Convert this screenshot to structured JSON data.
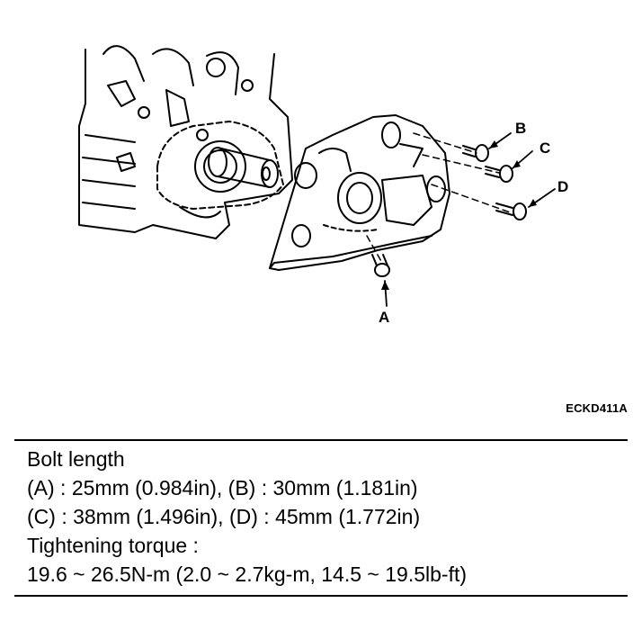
{
  "figure": {
    "callouts": [
      "A",
      "B",
      "C",
      "D"
    ],
    "code": "ECKD411A"
  },
  "spec": {
    "heading": "Bolt length",
    "line1": "(A) : 25mm (0.984in), (B) : 30mm (1.181in)",
    "line2": "(C) : 38mm (1.496in), (D) : 45mm (1.772in)",
    "torque_label": "Tightening torque :",
    "torque_value": "19.6 ~ 26.5N-m (2.0 ~ 2.7kg-m, 14.5 ~ 19.5lb-ft)"
  }
}
